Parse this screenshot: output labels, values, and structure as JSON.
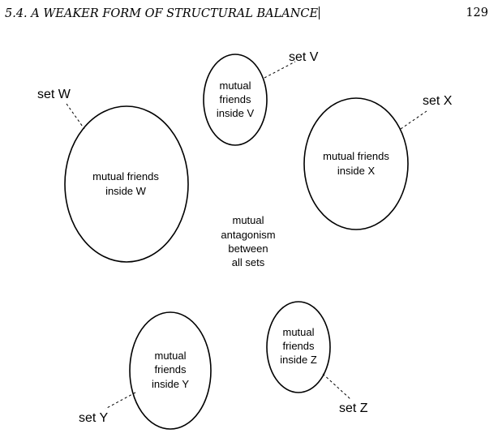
{
  "header": {
    "running_head": "5.4.  A WEAKER FORM OF STRUCTURAL BALANCE",
    "page_number": "129"
  },
  "figure": {
    "center_label": [
      "mutual",
      "antagonism",
      "between",
      "all sets"
    ],
    "sets": {
      "w": {
        "name": "set W",
        "inside": [
          "mutual friends",
          "inside W"
        ]
      },
      "v": {
        "name": "set V",
        "inside": [
          "mutual",
          "friends",
          "inside V"
        ]
      },
      "x": {
        "name": "set X",
        "inside": [
          "mutual friends",
          "inside X"
        ]
      },
      "y": {
        "name": "set Y",
        "inside": [
          "mutual",
          "friends",
          "inside Y"
        ]
      },
      "z": {
        "name": "set Z",
        "inside": [
          "mutual",
          "friends",
          "inside Z"
        ]
      }
    }
  }
}
